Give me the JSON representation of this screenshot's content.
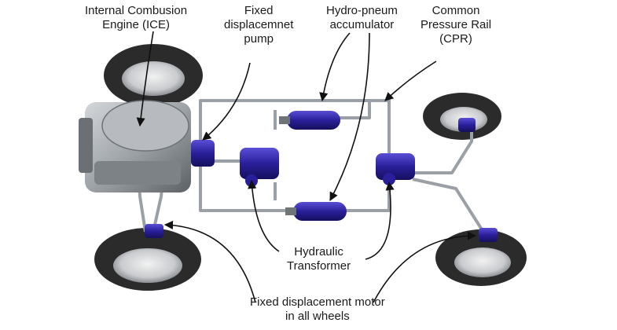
{
  "labels": {
    "ice": [
      "Internal Combusion",
      "Engine (ICE)"
    ],
    "pump": [
      "Fixed",
      "displacemnet",
      "pump"
    ],
    "accumulator": [
      "Hydro-pneum",
      "accumulator"
    ],
    "cpr": [
      "Common",
      "Pressure Rail",
      "(CPR)"
    ],
    "transformer": [
      "Hydraulic",
      "Transformer"
    ],
    "motor": [
      "Fixed displacement motor",
      "in all  wheels"
    ]
  },
  "colors": {
    "hydraulic_blue": "#2a1f9a",
    "tire": "#2b2b2b",
    "pipe": "#b8bcc2",
    "engine": "#9ea3a8"
  },
  "icons": [
    "tire-icon",
    "engine-icon",
    "pump-icon",
    "accumulator-icon",
    "transformer-icon",
    "motor-icon",
    "pipe-network"
  ]
}
